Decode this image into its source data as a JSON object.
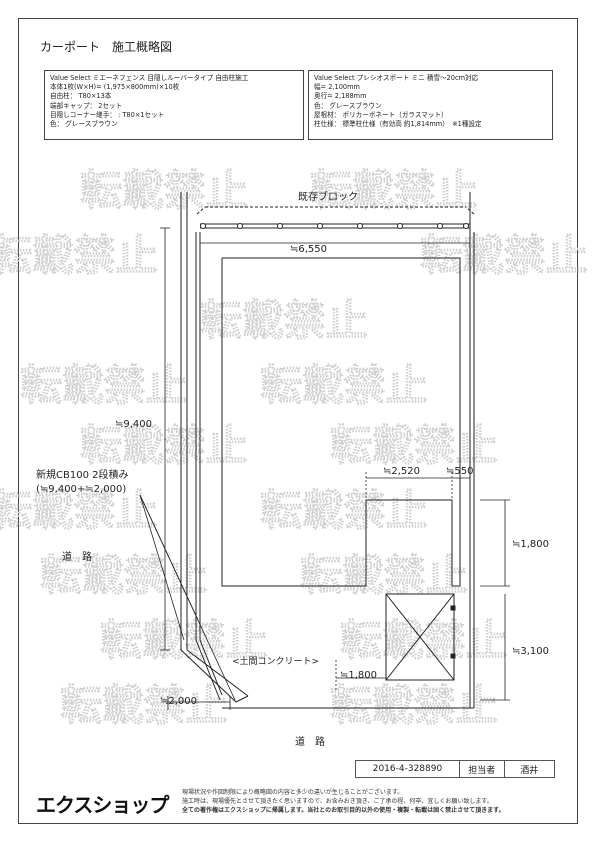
{
  "title": "カーポート　施工概略図",
  "spec_left": [
    "Value Select ミエーネフェンス 目隠しルーバータイプ 自由柱施工",
    "本体1枚(W×H)= (1,975×800mm)×10枚",
    "自由柱： T80×13本",
    "端部キャップ： 2セット",
    "目隠しコーナー継手： : T80×1セット",
    "色： グレースブラウン"
  ],
  "spec_right": [
    "Value Select プレシオスポート ミニ 積雪～20cm対応",
    "幅= 2,100mm",
    "奥行= 2,188mm",
    "色： グレースブラウン",
    "屋根材： ポリカーボネート（ガラスマット）",
    "柱仕様： 標準柱仕様（有効高 約1,814mm）　※1種設定"
  ],
  "watermark": "転載禁止",
  "plan": {
    "existing_block": "既存ブロック",
    "dim_top": "≒6,550",
    "dim_left": "≒9,400",
    "new_cb_line1": "新規CB100 2段積み",
    "new_cb_line2": "(≒9,400+≒2,000)",
    "road_left": "道　路",
    "road_bottom": "道　路",
    "dim_2520": "≒2,520",
    "dim_550": "≒550",
    "dim_1800_right": "≒1,800",
    "dim_3100": "≒3,100",
    "earth_floor": "<土間コンクリート>",
    "dim_1800_bottom": "≒1,800",
    "dim_2000": "≒2,000"
  },
  "footer": {
    "doc_id": "2016-4-328890",
    "role": "担当者",
    "person": "酒井",
    "logo": "エクスショップ",
    "notes": [
      "現場状況や作図制限により概略図の内容と多少の違いが生じることがございます。",
      "施工時は、現場優先とさせて頂きたく思いますので、お含みおき頂き、ご了承の程、何卒、宜しくお願い致します。",
      "全ての著作権はエクスショップに帰属します。当社とのお取引目的以外の使用・複製・転載は固く禁止させて頂きます。"
    ]
  }
}
